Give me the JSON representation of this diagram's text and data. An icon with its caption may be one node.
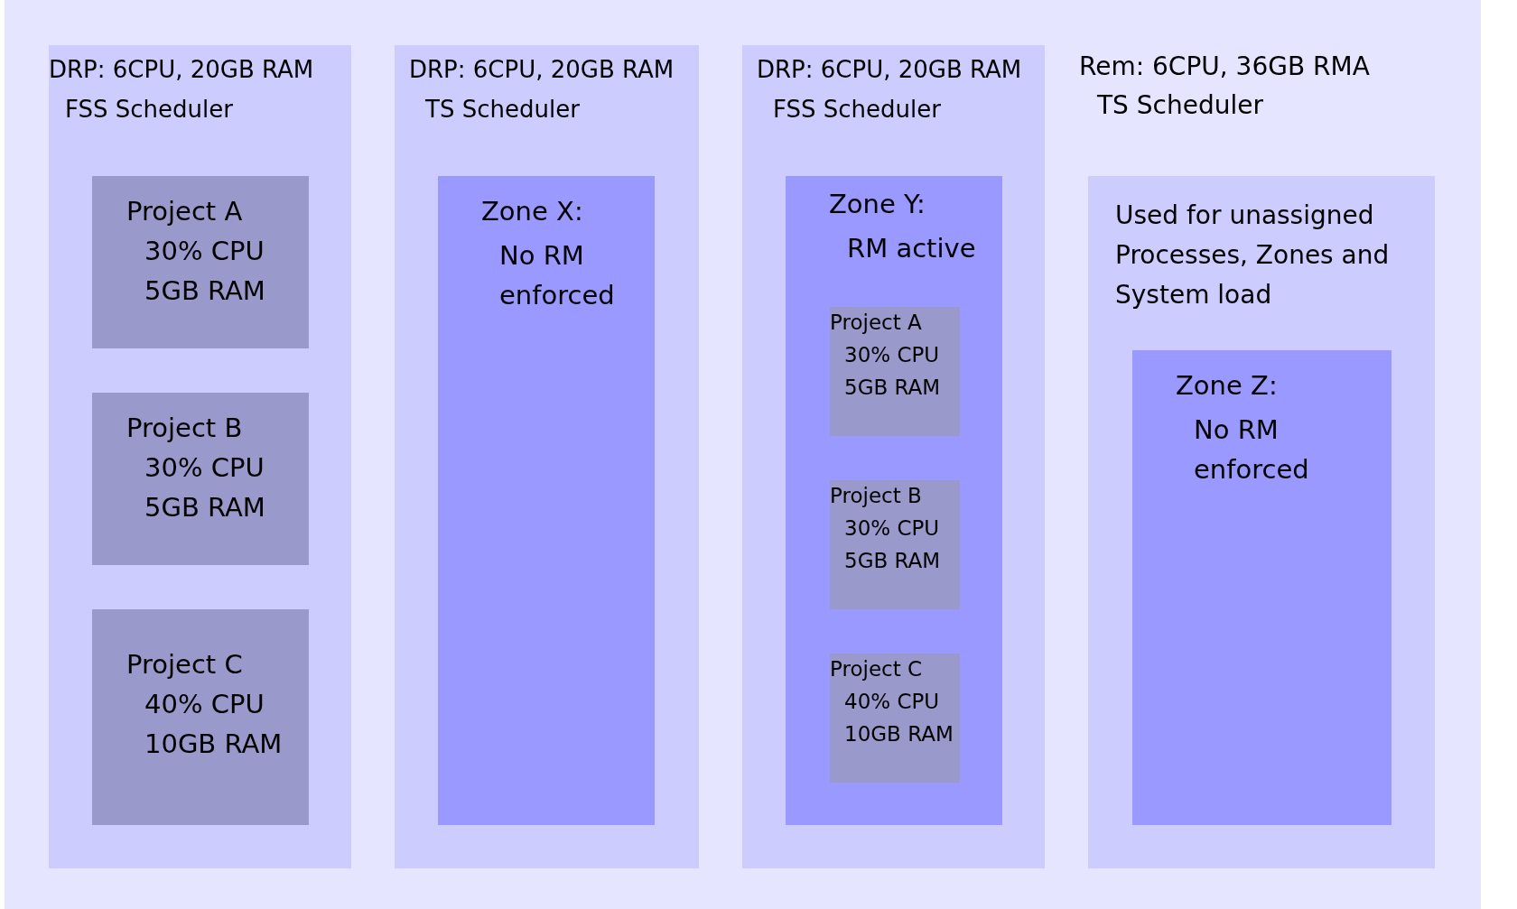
{
  "diagram": {
    "nodes": [
      {
        "text": [
          "DRP: 6CPU, 20GB RAM",
          "FSS Scheduler"
        ]
      },
      {
        "text": [
          "Project A",
          "30% CPU",
          "5GB RAM"
        ],
        "in": 0
      },
      {
        "text": [
          "Project B",
          "30% CPU",
          "5GB RAM"
        ],
        "in": 0
      },
      {
        "text": [
          "Project C",
          "40% CPU",
          "10GB RAM"
        ],
        "in": 0
      },
      {
        "text": [
          "DRP: 6CPU, 20GB RAM",
          "TS Scheduler"
        ]
      },
      {
        "text": [
          "Zone X:",
          "No RM enforced"
        ],
        "in": 4
      },
      {
        "text": [
          "DRP: 6CPU, 20GB RAM",
          "FSS Scheduler"
        ]
      },
      {
        "text": [
          "Zone Y:",
          "RM active"
        ],
        "in": 6
      },
      {
        "text": [
          "Project A",
          "30% CPU",
          "5GB RAM"
        ],
        "in": 7
      },
      {
        "text": [
          "Project B",
          "30% CPU",
          "5GB RAM"
        ],
        "in": 7
      },
      {
        "text": [
          "Project C",
          "40% CPU",
          "10GB RAM"
        ],
        "in": 7
      },
      {
        "text": [
          "Rem: 6CPU, 36GB RMA",
          "TS Scheduler",
          "Used for unassigned Processes, Zones and System load"
        ]
      },
      {
        "text": [
          "Zone Z:",
          "No RM enforced"
        ],
        "in": 11
      }
    ]
  }
}
